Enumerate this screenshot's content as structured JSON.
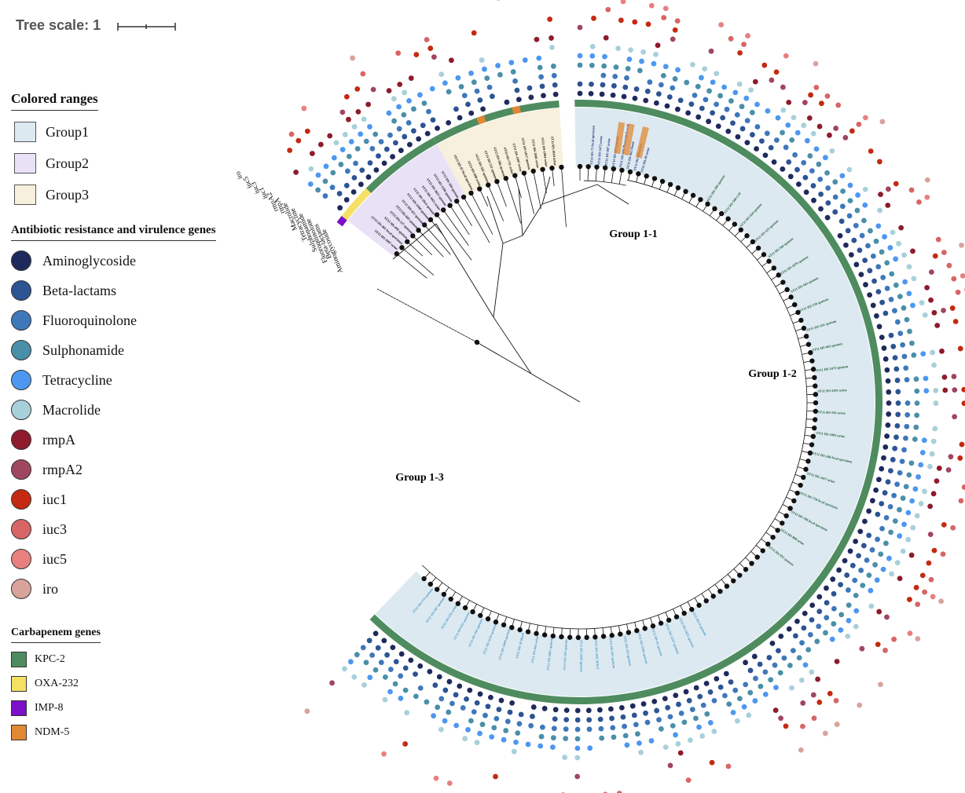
{
  "tree_scale": {
    "label": "Tree scale: 1"
  },
  "legend_ranges": {
    "title": "Colored ranges",
    "items": [
      {
        "label": "Group1",
        "color": "#dde9f1"
      },
      {
        "label": "Group2",
        "color": "#e9e2f6"
      },
      {
        "label": "Group3",
        "color": "#f6f0dc"
      }
    ]
  },
  "legend_genes": {
    "title": "Antibiotic resistance and virulence genes",
    "items": [
      {
        "label": "Aminoglycoside",
        "color": "#1f2a5c"
      },
      {
        "label": "Beta-lactams",
        "color": "#2d5493"
      },
      {
        "label": "Fluoroquinolone",
        "color": "#3f78ba"
      },
      {
        "label": "Sulphonamide",
        "color": "#4a8fa8"
      },
      {
        "label": "Tetracycline",
        "color": "#4d97f0"
      },
      {
        "label": "Macrolide",
        "color": "#a8d0da"
      },
      {
        "label": "rmpA",
        "color": "#8e1b2c"
      },
      {
        "label": "rmpA2",
        "color": "#a0465f"
      },
      {
        "label": "iuc1",
        "color": "#c42a12"
      },
      {
        "label": "iuc3",
        "color": "#d86565"
      },
      {
        "label": "iuc5",
        "color": "#e88080"
      },
      {
        "label": "iro",
        "color": "#d8a39b"
      }
    ]
  },
  "legend_carb": {
    "title": "Carbapenem genes",
    "items": [
      {
        "label": "KPC-2",
        "color": "#4e8c5f"
      },
      {
        "label": "OXA-232",
        "color": "#f5e064"
      },
      {
        "label": "IMP-8",
        "color": "#7b10c8"
      },
      {
        "label": "NDM-5",
        "color": "#e08834"
      }
    ]
  },
  "group_labels": {
    "g11": "Group 1-1",
    "g12": "Group 1-2",
    "g13": "Group 1-3"
  },
  "ring_headers": [
    "Aminoglycoside",
    "Beta-lactams",
    "Fluoroquinolone",
    "Sulphonamide",
    "Tetracycline",
    "Macrolide",
    "rmpA",
    "rmpA2",
    "iuc1",
    "iuc3",
    "iuc5",
    "iro"
  ],
  "leaf_examples": {
    "g11": [
      "ST11 HS-73 fecal specimen",
      "ST11 HS-3472 urine",
      "ST11 HS-607 urine",
      "ST11 HS-889 sputum",
      "ST11 HS-668 Pharyngeal swab",
      "ST11 HS-462 blood",
      "ST11 HS-620 urine",
      "ST11 HS-46 urine"
    ],
    "g12": [
      "ST11 HS-396 sputum",
      "ST11 HS-500 CSF",
      "ST11 HS-434 sputum",
      "ST11 HS-523 sputum",
      "ST11 HS-568 sputum",
      "ST11 HS-1079 sputum",
      "ST11 HS-503 sputum",
      "ST11 HS-536 sputum",
      "ST11 HS-241 sputum",
      "ST11 HS-903 sputum",
      "ST11 HS-3473 sputum",
      "ST11 HS-3491 urine",
      "ST11 HS-593 urine",
      "ST11 HS-1002 urine",
      "ST11 HS-268 fecal specimen",
      "ST11 HS-3427 urine",
      "ST11 HS-758 fecal specimen",
      "ST11 HS-766 fecal specimen",
      "ST11 HS-800 urine",
      "ST11 HS-935 sputum"
    ],
    "g13": [
      "ST11 HS-9 sputum",
      "ST11 HS-3625 sputum",
      "ST11 HS-3527 sputum",
      "ST11 HS-91 sputum",
      "ST11 HS-3504 sputum",
      "ST11 HS-322 sputum",
      "ST11 HS-291 sputum",
      "ST11 HS-3427 BALF",
      "ST11 HS-3626 sputum",
      "ST11 HS-293 sputum",
      "ST11 HS-2097 sputum",
      "ST11 HS-662 urine",
      "ST11 HS-36 blood",
      "ST11 HS-1009 sputum",
      "ST11 HS-3118 sputum",
      "ST11 HS-344 sputum",
      "ST11 HS-935 sputum",
      "ST11 HS-932 urine",
      "ST11 HS-287 sputum",
      "ST11 HS-374 sputum"
    ],
    "g2": [
      "ST15 HS-1097 urine",
      "ST15 HS-461 fecal specimen",
      "ST15 HS-499 sputum",
      "ST15 HS-327 sputum",
      "ST15 HS-685 sputum",
      "ST15 HS-421 sputum",
      "ST15 HS-3560 sputum",
      "ST15 HS-1014 sputum",
      "ST15 HS-1025 urine",
      "ST15 HS-3621 sputum",
      "ST15 HS-1500 sputum",
      "ST15 HS-350 sputum"
    ],
    "g3": [
      "ST23 HS-87 fecal specimen",
      "ST23 HS-690 urine",
      "ST15 HS-502 sputum",
      "ST15 HS-511 sputum",
      "ST15 HS-586 sputum",
      "ST23 HS-731 urine",
      "ST11 HS-1097 urine",
      "ST11 HS-1017 sputum",
      "ST11 HS-2081 urine",
      "ST11 HS-1004 urine",
      "ST11 HS-1010 urine"
    ]
  }
}
